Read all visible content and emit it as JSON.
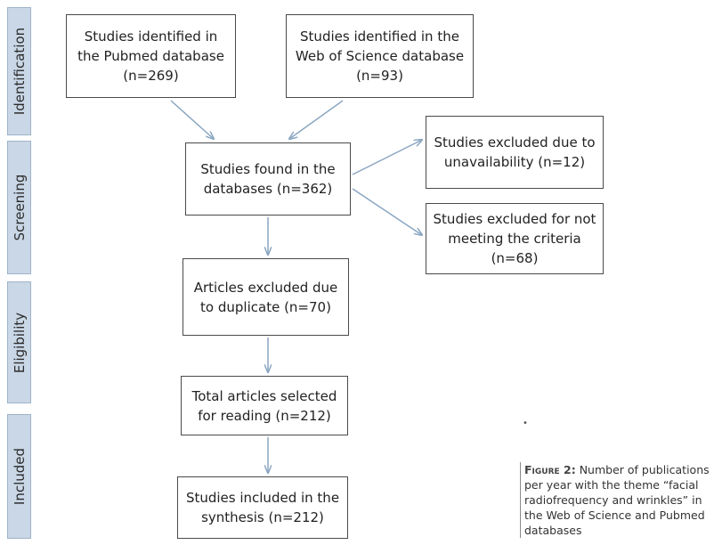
{
  "phases": {
    "identification": "Identification",
    "screening": "Screening",
    "eligibility": "Eligibility",
    "included": "Included"
  },
  "boxes": {
    "pubmed": "Studies identified in the Pubmed database (n=269)",
    "wos": "Studies identified in the Web of Science database (n=93)",
    "found": "Studies found in the databases (n=362)",
    "excl_unavail": "Studies excluded due to unavailability (n=12)",
    "excl_criteria": "Studies excluded for not meeting the criteria (n=68)",
    "duplicate": "Articles excluded due to duplicate (n=70)",
    "selected": "Total articles selected for reading (n=212)",
    "synthesis": "Studies included in the synthesis (n=212)"
  },
  "caption": {
    "lead": "Figure 2:",
    "text": "Number of publications per year with the theme “facial radiofrequency and wrinkles” in the Web of Science and Pubmed databases"
  },
  "colors": {
    "arrow": "#8aa6c1",
    "phase_fill": "#c9d7e6",
    "box_border": "#4a4a4a"
  }
}
